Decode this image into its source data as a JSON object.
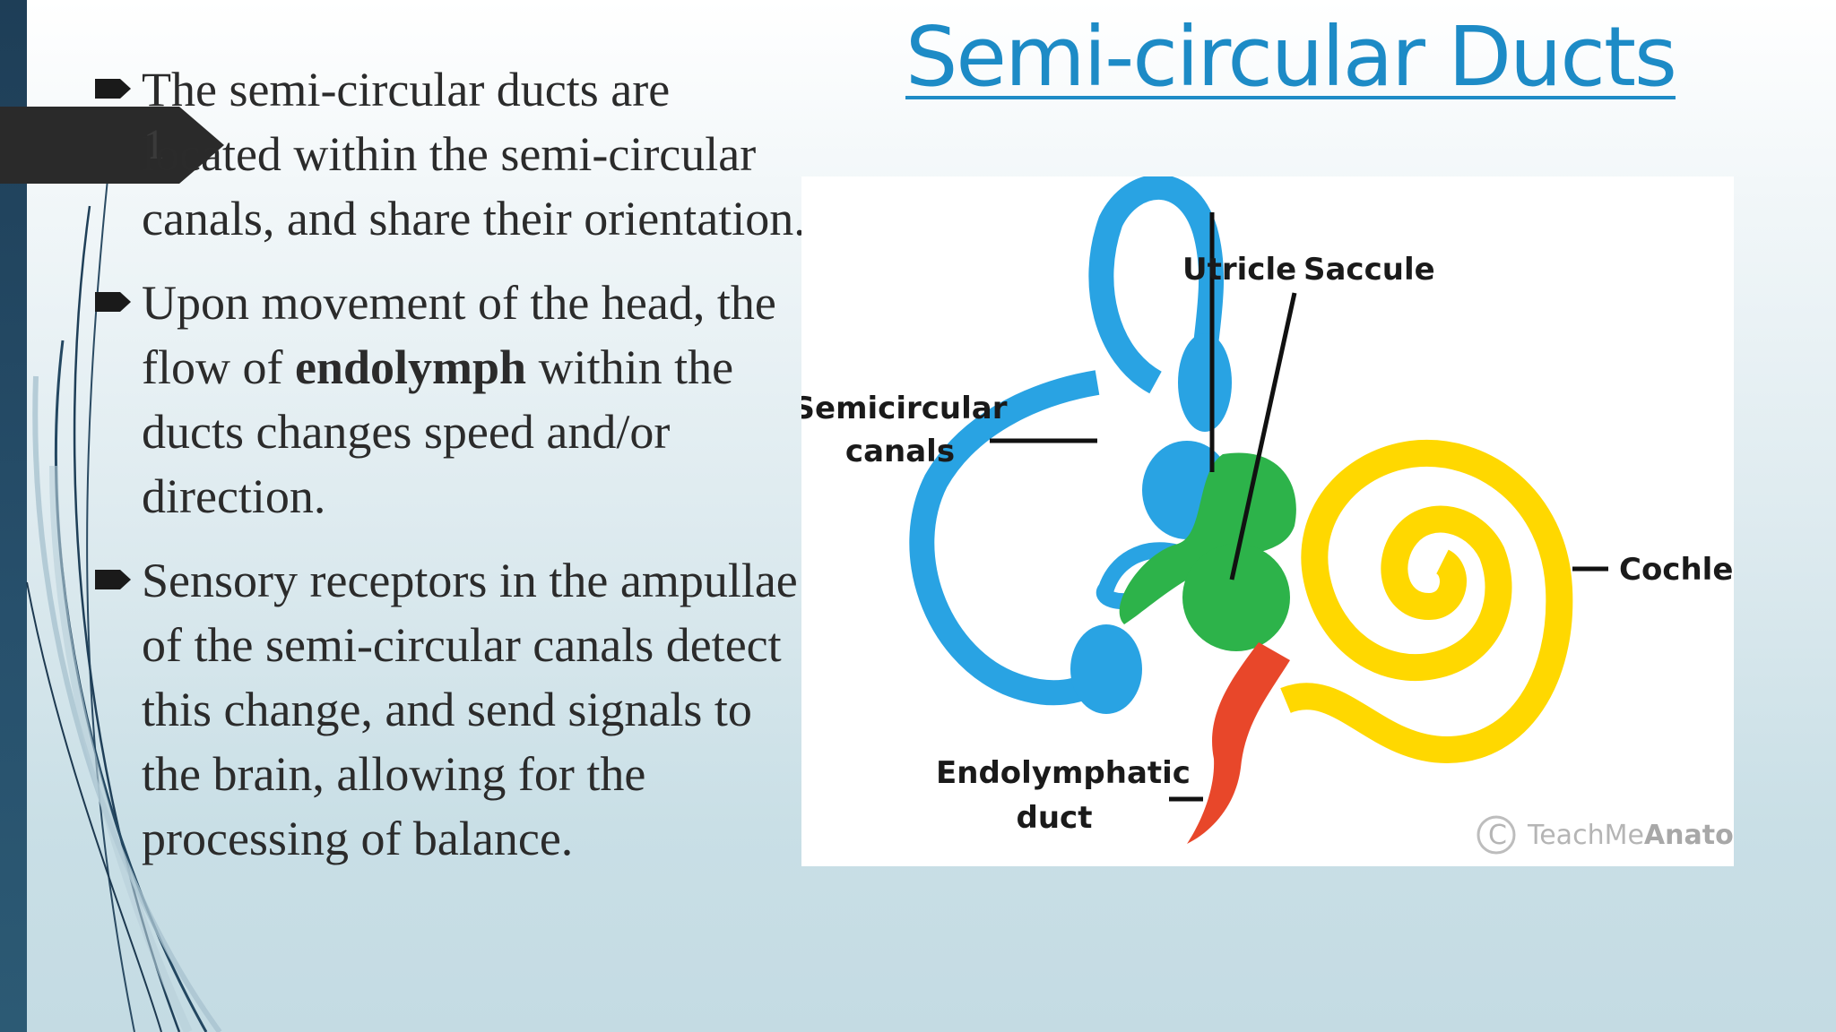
{
  "slide": {
    "title": "Semi-circular Ducts",
    "number": "1",
    "bullets": [
      {
        "text_before": "The semi-circular ducts are located within the semi-circular canals, and share their orientation.",
        "bold": "",
        "text_after": ""
      },
      {
        "text_before": "Upon movement of the head, the flow of ",
        "bold": "endolymph",
        "text_after": " within the ducts changes speed and/or direction."
      },
      {
        "text_before": "Sensory receptors in the ampullae of the semi-circular canals detect this change, and send signals to the brain, allowing for the processing of balance.",
        "bold": "",
        "text_after": ""
      }
    ]
  },
  "figure": {
    "labels": {
      "utricle": "Utricle",
      "saccule": "Saccule",
      "semicircular_line1": "Semicircular",
      "semicircular_line2": "canals",
      "cochlea": "Cochlea",
      "endolymphatic_line1": "Endolymphatic",
      "endolymphatic_line2": "duct"
    },
    "watermark": {
      "symbol": "C",
      "brand_light": "TeachMe",
      "brand_bold": "Anatomy"
    },
    "colors": {
      "semicircular": "#29a3e3",
      "utricle_saccule": "#2db34a",
      "cochlea": "#ffd800",
      "endolymphatic_duct": "#e8472a"
    }
  },
  "theme": {
    "accent": "#1d8bc6",
    "left_bar": "#1e3e57"
  }
}
